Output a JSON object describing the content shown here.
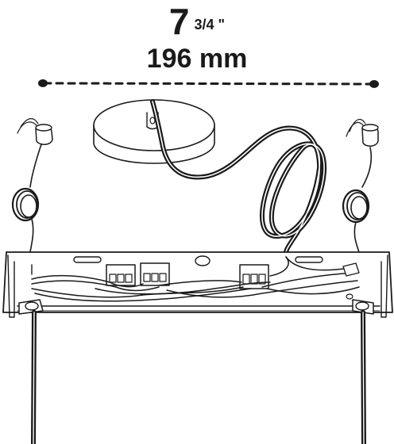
{
  "dimension": {
    "imperial_whole": "7",
    "imperial_fraction": "3/4",
    "imperial_unit": "\"",
    "metric": "196 mm"
  },
  "colors": {
    "ink": "#1a1a1a",
    "canopy_fill": "#ffffff",
    "background": "#ffffff"
  }
}
